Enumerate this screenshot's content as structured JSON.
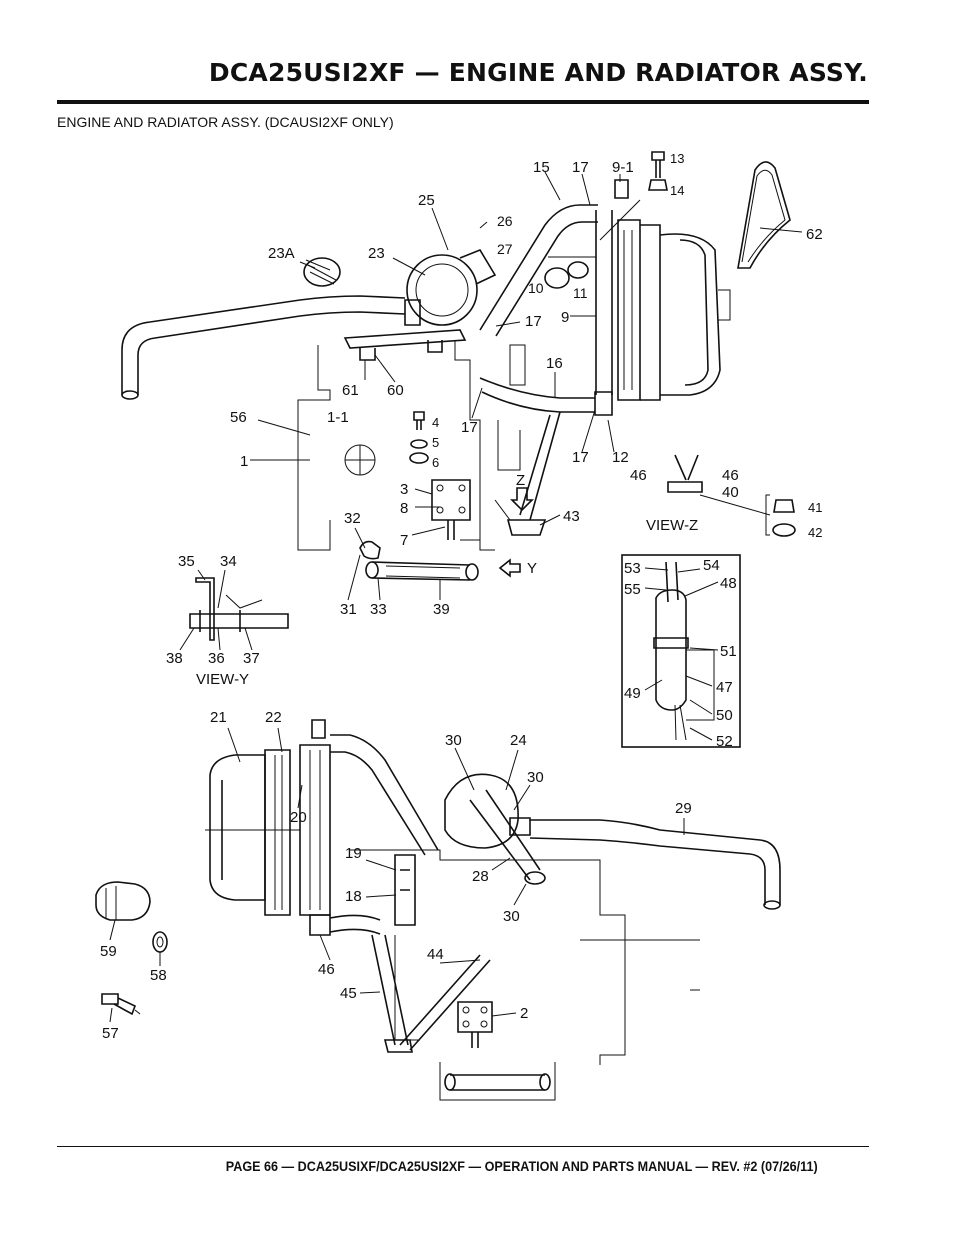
{
  "header": {
    "title": "DCA25USI2XF — ENGINE AND RADIATOR ASSY.",
    "subtitle": "ENGINE AND RADIATOR ASSY. (DCAUSI2XF ONLY)"
  },
  "callouts": {
    "c15": "15",
    "c17a": "17",
    "c9_1": "9-1",
    "c13": "13",
    "c14": "14",
    "c62": "62",
    "c25": "25",
    "c26": "26",
    "c27": "27",
    "c23a": "23A",
    "c23": "23",
    "c10": "10",
    "c11": "11",
    "c9": "9",
    "c17b": "17",
    "c61": "61",
    "c60": "60",
    "c16": "16",
    "c56": "56",
    "c1_1": "1-1",
    "c1": "1",
    "c17c": "17",
    "c4": "4",
    "c5": "5",
    "c6": "6",
    "c17d": "17",
    "c12": "12",
    "c46a": "46",
    "c46b": "46",
    "c40": "40",
    "c41": "41",
    "c42": "42",
    "view_z": "VIEW-Z",
    "c3": "3",
    "c8": "8",
    "c7": "7",
    "c_z": "Z",
    "c43": "43",
    "c32": "32",
    "c35": "35",
    "c34": "34",
    "c31": "31",
    "c33": "33",
    "c39": "39",
    "c_y": "Y",
    "c38": "38",
    "c36": "36",
    "c37": "37",
    "view_y": "VIEW-Y",
    "c53": "53",
    "c54": "54",
    "c55": "55",
    "c48": "48",
    "c51": "51",
    "c49": "49",
    "c47": "47",
    "c50": "50",
    "c52": "52",
    "c21": "21",
    "c22": "22",
    "c20": "20",
    "c30a": "30",
    "c24": "24",
    "c30b": "30",
    "c29": "29",
    "c19": "19",
    "c18": "18",
    "c28": "28",
    "c30c": "30",
    "c59": "59",
    "c58": "58",
    "c46c": "46",
    "c44": "44",
    "c45": "45",
    "c2": "2",
    "c57": "57"
  },
  "footer": {
    "text": "PAGE 66 — DCA25USIXF/DCA25USI2XF — OPERATION AND PARTS MANUAL — REV. #2 (07/26/11)"
  }
}
